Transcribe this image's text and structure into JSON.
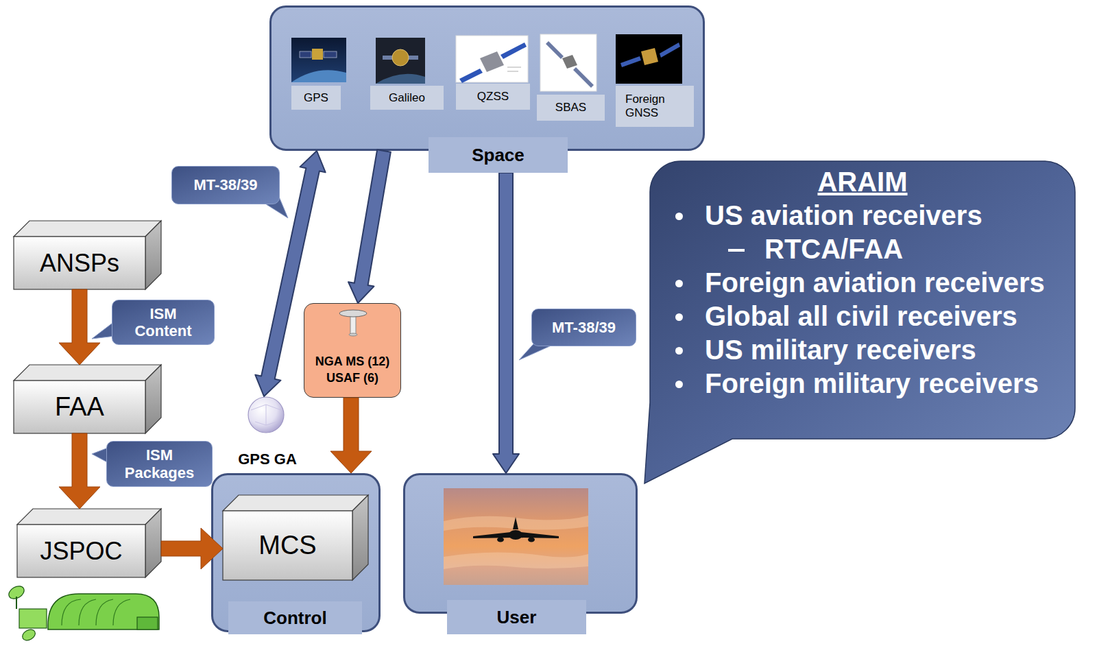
{
  "diagram": {
    "nodes": [
      {
        "text": [
          "Space"
        ]
      },
      {
        "text": [
          "GPS"
        ],
        "in": 0
      },
      {
        "text": [
          "Galileo"
        ],
        "in": 0
      },
      {
        "text": [
          "QZSS"
        ],
        "in": 0
      },
      {
        "text": [
          "SBAS"
        ],
        "in": 0
      },
      {
        "text": [
          "Foreign GNSS"
        ],
        "in": 0
      },
      {
        "text": [
          "ANSPs"
        ]
      },
      {
        "text": [
          "NGA MS (12) USAF (6)"
        ]
      },
      {
        "text": [
          "FAA"
        ]
      },
      {
        "text": [
          "GPS GA"
        ]
      },
      {
        "text": [
          "JSPOC"
        ]
      },
      {
        "text": [
          "Control"
        ]
      },
      {
        "text": [
          "MCS"
        ],
        "in": 11
      },
      {
        "text": [
          "User"
        ]
      },
      {
        "text": [
          "ARAIM",
          "US aviation receivers",
          "RTCA/FAA",
          "Foreign aviation receivers",
          "Global all civil receivers",
          "US military receivers",
          "Foreign military receivers"
        ]
      }
    ],
    "edges": [
      {
        "from": 9,
        "to": 0,
        "arrow": "both",
        "label": "MT-38/39"
      },
      {
        "from": 0,
        "to": 7,
        "arrow": "to"
      },
      {
        "from": 0,
        "to": 13,
        "arrow": "to",
        "label": "MT-38/39"
      },
      {
        "from": 6,
        "to": 8,
        "arrow": "to",
        "label": "ISM Content"
      },
      {
        "from": 8,
        "to": 10,
        "arrow": "to",
        "label": "ISM Packages"
      },
      {
        "from": 10,
        "to": 12,
        "arrow": "to"
      },
      {
        "from": 7,
        "to": 11,
        "arrow": "to"
      }
    ]
  }
}
